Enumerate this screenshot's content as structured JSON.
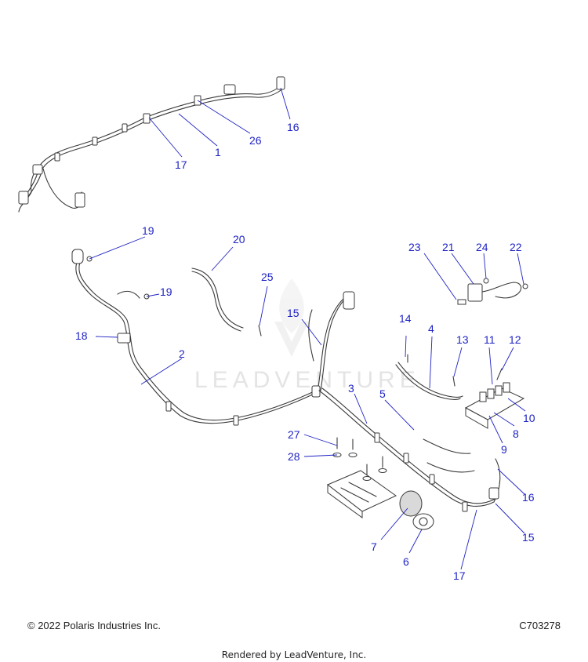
{
  "watermark": {
    "text": "LEADVENTURE"
  },
  "callouts": [
    {
      "id": "c1",
      "label": "1"
    },
    {
      "id": "c2",
      "label": "2"
    },
    {
      "id": "c3",
      "label": "3"
    },
    {
      "id": "c4",
      "label": "4"
    },
    {
      "id": "c5",
      "label": "5"
    },
    {
      "id": "c6",
      "label": "6"
    },
    {
      "id": "c7",
      "label": "7"
    },
    {
      "id": "c8",
      "label": "8"
    },
    {
      "id": "c9",
      "label": "9"
    },
    {
      "id": "c10",
      "label": "10"
    },
    {
      "id": "c11",
      "label": "11"
    },
    {
      "id": "c12",
      "label": "12"
    },
    {
      "id": "c13",
      "label": "13"
    },
    {
      "id": "c14",
      "label": "14"
    },
    {
      "id": "c15a",
      "label": "15"
    },
    {
      "id": "c15b",
      "label": "15"
    },
    {
      "id": "c16a",
      "label": "16"
    },
    {
      "id": "c16b",
      "label": "16"
    },
    {
      "id": "c17a",
      "label": "17"
    },
    {
      "id": "c17b",
      "label": "17"
    },
    {
      "id": "c18",
      "label": "18"
    },
    {
      "id": "c19a",
      "label": "19"
    },
    {
      "id": "c19b",
      "label": "19"
    },
    {
      "id": "c20",
      "label": "20"
    },
    {
      "id": "c21",
      "label": "21"
    },
    {
      "id": "c22",
      "label": "22"
    },
    {
      "id": "c23",
      "label": "23"
    },
    {
      "id": "c24",
      "label": "24"
    },
    {
      "id": "c25",
      "label": "25"
    },
    {
      "id": "c26",
      "label": "26"
    },
    {
      "id": "c27",
      "label": "27"
    },
    {
      "id": "c28",
      "label": "28"
    }
  ],
  "footer": {
    "copyright": "© 2022 Polaris Industries Inc.",
    "diagram_code": "C703278",
    "rendered_by": "Rendered by LeadVenture, Inc."
  }
}
